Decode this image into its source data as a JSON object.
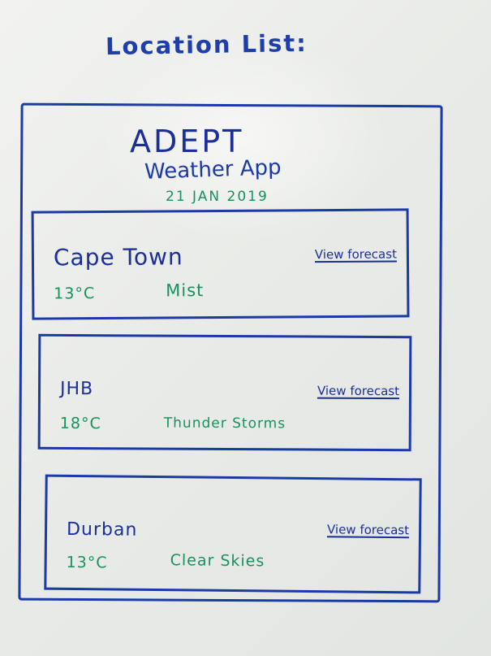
{
  "heading": "Location List:",
  "app": {
    "title": "ADEPT",
    "subtitle": "Weather App",
    "date": "21 JAN 2019"
  },
  "locations": [
    {
      "city": "Cape Town",
      "temperature": "13°C",
      "condition": "Mist",
      "link_label": "View forecast"
    },
    {
      "city": "JHB",
      "temperature": "18°C",
      "condition": "Thunder Storms",
      "link_label": "View forecast"
    },
    {
      "city": "Durban",
      "temperature": "13°C",
      "condition": "Clear Skies",
      "link_label": "View forecast"
    }
  ],
  "colors": {
    "marker_blue": "#1c3aa6",
    "marker_green": "#17925c",
    "whiteboard": "#eceeeb"
  }
}
